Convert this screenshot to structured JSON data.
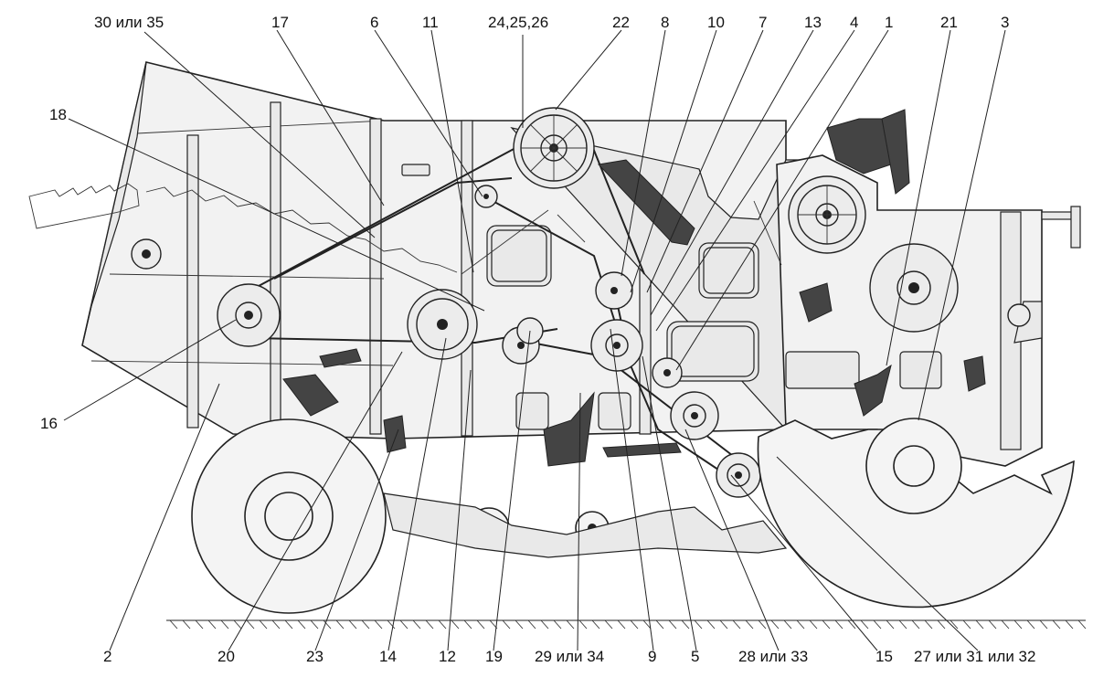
{
  "labels_top": [
    "30 или 35",
    "17",
    "6",
    "11",
    "24,25,26",
    "22",
    "8",
    "10",
    "7",
    "13",
    "4",
    "1",
    "21",
    "3"
  ],
  "labels_left": [
    "18",
    "16"
  ],
  "labels_bottom": [
    "2",
    "20",
    "23",
    "14",
    "12",
    "19",
    "29 или 34",
    "9",
    "5",
    "28 или 33",
    "15",
    "27 или 31 или 32"
  ]
}
